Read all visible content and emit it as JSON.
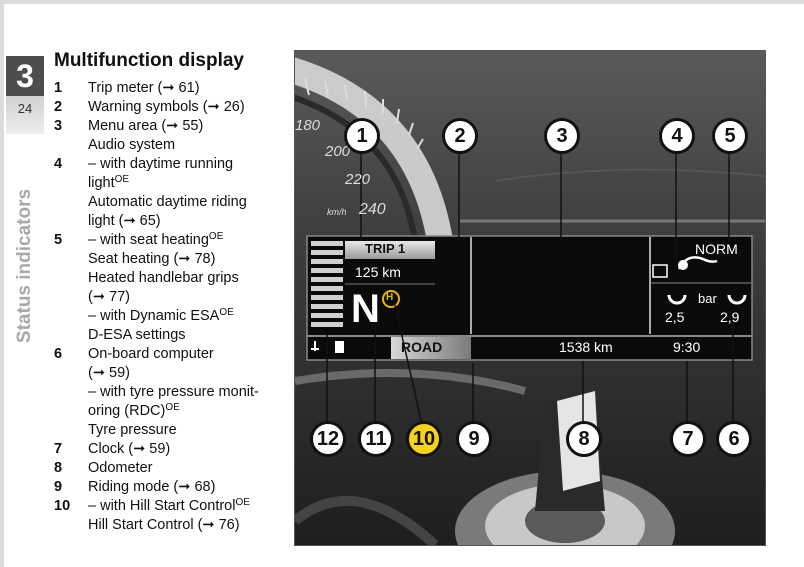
{
  "chapter": {
    "number": "3",
    "page": "24",
    "section": "Status indicators"
  },
  "title": "Multifunction display",
  "legend": [
    {
      "num": "1",
      "text": "Trip meter  (➞ 61)"
    },
    {
      "num": "2",
      "text": "Warning symbols  (➞ 26)"
    },
    {
      "num": "3",
      "text": "Menu area  (➞ 55)"
    },
    {
      "num": "",
      "text": "Audio system"
    },
    {
      "num": "4",
      "text": "– with daytime running"
    },
    {
      "num": "",
      "text": "light",
      "sup": "OE"
    },
    {
      "num": "",
      "text": "Automatic daytime riding"
    },
    {
      "num": "",
      "text": "light  (➞ 65)"
    },
    {
      "num": "5",
      "text": "– with seat heating",
      "sup": "OE"
    },
    {
      "num": "",
      "text": "Seat heating  (➞ 78)"
    },
    {
      "num": "",
      "text": "Heated handlebar grips"
    },
    {
      "num": "",
      "text": "(➞ 77)"
    },
    {
      "num": "",
      "text": "– with Dynamic ESA",
      "sup": "OE"
    },
    {
      "num": "",
      "text": "D-ESA settings"
    },
    {
      "num": "6",
      "text": "On-board computer"
    },
    {
      "num": "",
      "text": "(➞ 59)"
    },
    {
      "num": "",
      "text": "– with tyre pressure monit-"
    },
    {
      "num": "",
      "text": "oring (RDC)",
      "sup": "OE"
    },
    {
      "num": "",
      "text": "Tyre pressure"
    },
    {
      "num": "7",
      "text": "Clock  (➞ 59)"
    },
    {
      "num": "8",
      "text": "Odometer"
    },
    {
      "num": "9",
      "text": "Riding mode  (➞ 68)"
    },
    {
      "num": "10",
      "text": "– with Hill Start Control",
      "sup": "OE"
    },
    {
      "num": "",
      "text": "Hill Start Control  (➞ 76)"
    }
  ],
  "display": {
    "speed_ticks": [
      "180",
      "200",
      "220",
      "240"
    ],
    "speed_unit": "km/h",
    "trip_label": "TRIP 1",
    "trip_value": "125 km",
    "gear": "N",
    "hill_start_symbol": "H",
    "riding_mode": "ROAD",
    "odometer": "1538 km",
    "clock": "9:30",
    "esa_mode": "NORM",
    "pressure_unit": "bar",
    "pressure_front": "2,5",
    "pressure_rear": "2,9"
  },
  "callouts_top": [
    "1",
    "2",
    "3",
    "4",
    "5"
  ],
  "callouts_bottom": [
    "12",
    "11",
    "10",
    "9",
    "8",
    "7",
    "6"
  ],
  "colors": {
    "highlight": "#f6d31a",
    "tab": "#4d4d4d"
  }
}
